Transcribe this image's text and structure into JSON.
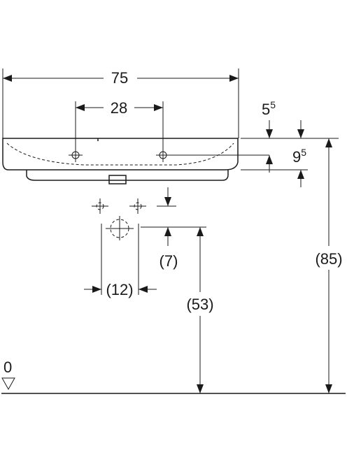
{
  "dimensions": {
    "total_width": "75",
    "tap_hole_spacing": "28",
    "rim_depth": {
      "base": "5",
      "sup": "5"
    },
    "bowl_depth": {
      "base": "9",
      "sup": "5"
    },
    "outlet_offset": "(7)",
    "outlet_spacing": "(12)",
    "outlet_height": "(53)",
    "rim_height": "(85)",
    "floor_level": "0"
  }
}
